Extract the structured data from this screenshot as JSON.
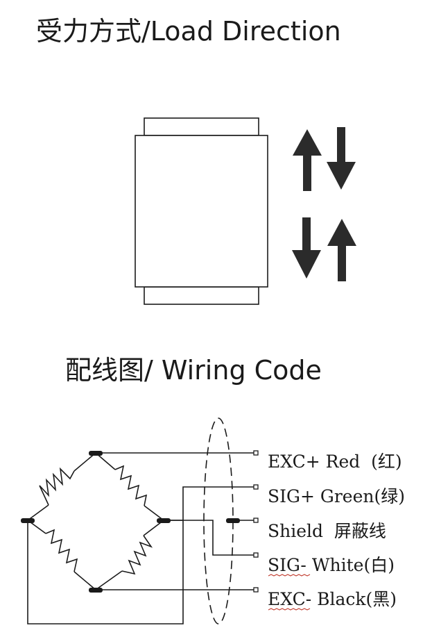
{
  "load_direction": {
    "title": "受力方式/Load Direction"
  },
  "wiring": {
    "title": "配线图/ Wiring Code",
    "terminals": [
      {
        "label": "EXC+ Red  (红)"
      },
      {
        "label": "SIG+ Green(绿)"
      },
      {
        "label": "Shield  屏蔽线"
      },
      {
        "label": "SIG- White(白)"
      },
      {
        "label": "EXC- Black(黑)"
      }
    ]
  },
  "colors": {
    "line": "#1a1a1a",
    "arrow": "#2b2b2b",
    "squiggle": "#c0392b"
  }
}
